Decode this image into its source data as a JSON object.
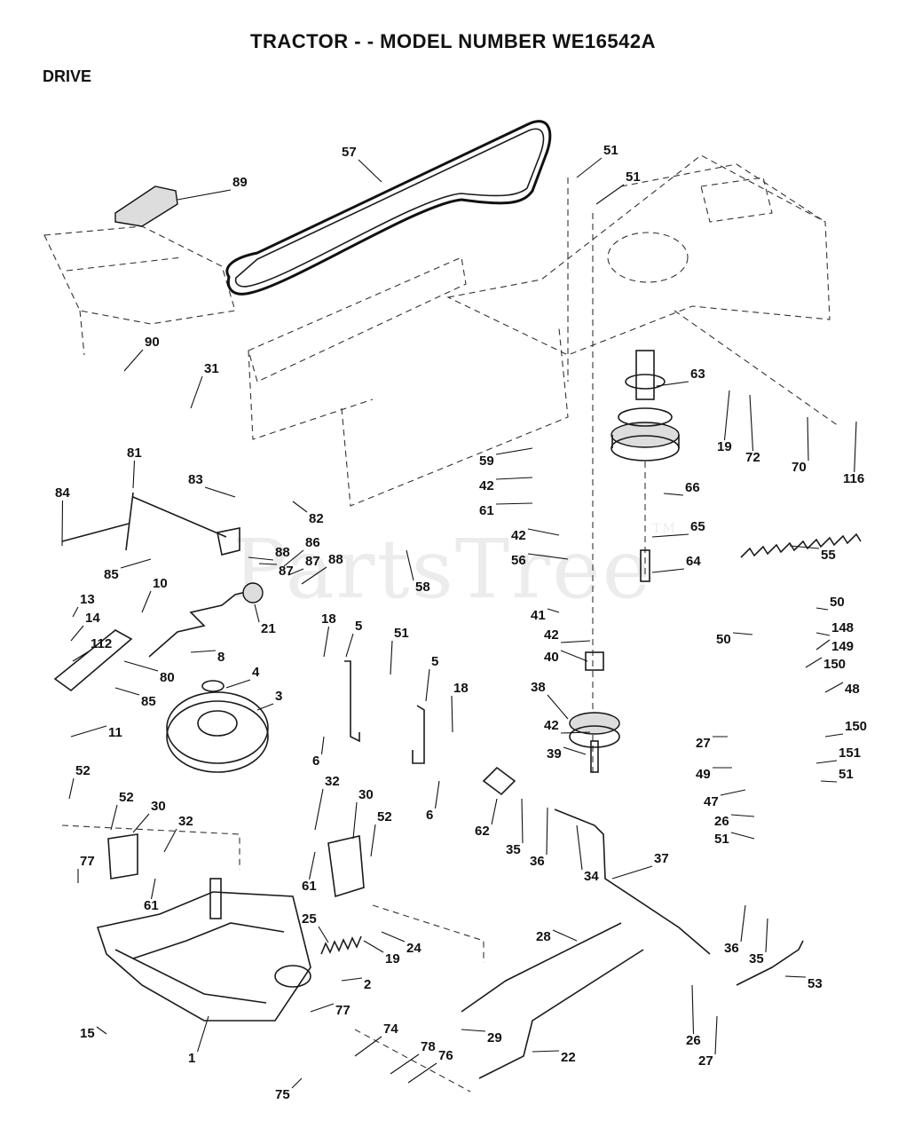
{
  "title": "TRACTOR - - MODEL NUMBER WE16542A",
  "section": "DRIVE",
  "watermark": "PartsTree",
  "watermark_mark": "TM",
  "callouts": [
    {
      "id": "c57",
      "label": "57"
    },
    {
      "id": "c51a",
      "label": "51"
    },
    {
      "id": "c51b",
      "label": "51"
    },
    {
      "id": "c89",
      "label": "89"
    },
    {
      "id": "c90",
      "label": "90"
    },
    {
      "id": "c31",
      "label": "31"
    },
    {
      "id": "c63",
      "label": "63"
    },
    {
      "id": "c19a",
      "label": "19"
    },
    {
      "id": "c72",
      "label": "72"
    },
    {
      "id": "c70",
      "label": "70"
    },
    {
      "id": "c116",
      "label": "116"
    },
    {
      "id": "c59",
      "label": "59"
    },
    {
      "id": "c42a",
      "label": "42"
    },
    {
      "id": "c61a",
      "label": "61"
    },
    {
      "id": "c66",
      "label": "66"
    },
    {
      "id": "c81",
      "label": "81"
    },
    {
      "id": "c83",
      "label": "83"
    },
    {
      "id": "c82",
      "label": "82"
    },
    {
      "id": "c84",
      "label": "84"
    },
    {
      "id": "c85a",
      "label": "85"
    },
    {
      "id": "c88a",
      "label": "88"
    },
    {
      "id": "c87a",
      "label": "87"
    },
    {
      "id": "c86",
      "label": "86"
    },
    {
      "id": "c87b",
      "label": "87"
    },
    {
      "id": "c88b",
      "label": "88"
    },
    {
      "id": "c58",
      "label": "58"
    },
    {
      "id": "c42b",
      "label": "42"
    },
    {
      "id": "c56",
      "label": "56"
    },
    {
      "id": "c65",
      "label": "65"
    },
    {
      "id": "c64",
      "label": "64"
    },
    {
      "id": "c55",
      "label": "55"
    },
    {
      "id": "c13",
      "label": "13"
    },
    {
      "id": "c10",
      "label": "10"
    },
    {
      "id": "c21",
      "label": "21"
    },
    {
      "id": "c14",
      "label": "14"
    },
    {
      "id": "c112",
      "label": "112"
    },
    {
      "id": "c8",
      "label": "8"
    },
    {
      "id": "c80",
      "label": "80"
    },
    {
      "id": "c85b",
      "label": "85"
    },
    {
      "id": "c11",
      "label": "11"
    },
    {
      "id": "c4",
      "label": "4"
    },
    {
      "id": "c3",
      "label": "3"
    },
    {
      "id": "c18a",
      "label": "18"
    },
    {
      "id": "c5a",
      "label": "5"
    },
    {
      "id": "c51c",
      "label": "51"
    },
    {
      "id": "c5b",
      "label": "5"
    },
    {
      "id": "c18b",
      "label": "18"
    },
    {
      "id": "c6a",
      "label": "6"
    },
    {
      "id": "c6b",
      "label": "6"
    },
    {
      "id": "c41",
      "label": "41"
    },
    {
      "id": "c42c",
      "label": "42"
    },
    {
      "id": "c40",
      "label": "40"
    },
    {
      "id": "c38",
      "label": "38"
    },
    {
      "id": "c42d",
      "label": "42"
    },
    {
      "id": "c39",
      "label": "39"
    },
    {
      "id": "c50a",
      "label": "50"
    },
    {
      "id": "c50b",
      "label": "50"
    },
    {
      "id": "c148",
      "label": "148"
    },
    {
      "id": "c149",
      "label": "149"
    },
    {
      "id": "c150a",
      "label": "150"
    },
    {
      "id": "c48",
      "label": "48"
    },
    {
      "id": "c150b",
      "label": "150"
    },
    {
      "id": "c27a",
      "label": "27"
    },
    {
      "id": "c151",
      "label": "151"
    },
    {
      "id": "c49",
      "label": "49"
    },
    {
      "id": "c51d",
      "label": "51"
    },
    {
      "id": "c47",
      "label": "47"
    },
    {
      "id": "c26a",
      "label": "26"
    },
    {
      "id": "c51e",
      "label": "51"
    },
    {
      "id": "c52a",
      "label": "52"
    },
    {
      "id": "c52b",
      "label": "52"
    },
    {
      "id": "c30a",
      "label": "30"
    },
    {
      "id": "c32a",
      "label": "32"
    },
    {
      "id": "c77a",
      "label": "77"
    },
    {
      "id": "c61b",
      "label": "61"
    },
    {
      "id": "c32b",
      "label": "32"
    },
    {
      "id": "c30b",
      "label": "30"
    },
    {
      "id": "c52c",
      "label": "52"
    },
    {
      "id": "c61c",
      "label": "61"
    },
    {
      "id": "c62",
      "label": "62"
    },
    {
      "id": "c35a",
      "label": "35"
    },
    {
      "id": "c36a",
      "label": "36"
    },
    {
      "id": "c34",
      "label": "34"
    },
    {
      "id": "c37",
      "label": "37"
    },
    {
      "id": "c25",
      "label": "25"
    },
    {
      "id": "c24",
      "label": "24"
    },
    {
      "id": "c19b",
      "label": "19"
    },
    {
      "id": "c2",
      "label": "2"
    },
    {
      "id": "c28",
      "label": "28"
    },
    {
      "id": "c36b",
      "label": "36"
    },
    {
      "id": "c35b",
      "label": "35"
    },
    {
      "id": "c53",
      "label": "53"
    },
    {
      "id": "c77b",
      "label": "77"
    },
    {
      "id": "c15",
      "label": "15"
    },
    {
      "id": "c1",
      "label": "1"
    },
    {
      "id": "c74",
      "label": "74"
    },
    {
      "id": "c29",
      "label": "29"
    },
    {
      "id": "c26b",
      "label": "26"
    },
    {
      "id": "c78",
      "label": "78"
    },
    {
      "id": "c76",
      "label": "76"
    },
    {
      "id": "c22",
      "label": "22"
    },
    {
      "id": "c27b",
      "label": "27"
    },
    {
      "id": "c75",
      "label": "75"
    }
  ]
}
